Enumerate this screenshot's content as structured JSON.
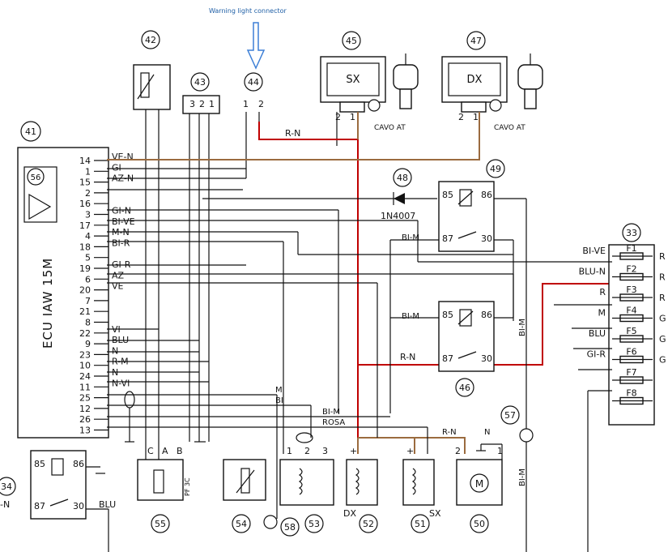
{
  "annotation": {
    "text": "Warning light connector",
    "color": "#3d7fd6"
  },
  "ecu": {
    "title": "ECU IAW 15M",
    "ref": "41",
    "sub_ref": "56"
  },
  "refs": {
    "r42": "42",
    "r43": "43",
    "r44": "44",
    "r45": "45",
    "r47": "47",
    "r48": "48",
    "r49": "49",
    "r46": "46",
    "r33": "33",
    "r57": "57",
    "r55": "55",
    "r54": "54",
    "r58": "58",
    "r53": "53",
    "r52": "52",
    "r51": "51",
    "r50": "50",
    "r34": "34"
  },
  "labels": {
    "sx": "SX",
    "dx": "DX",
    "cavo_at_1": "CAVO AT",
    "cavo_at_2": "CAVO AT",
    "diode": "1N4007",
    "rn_top": "R-N",
    "bim_49": "BI-M",
    "bim_46": "BI-M",
    "rn_46": "R-N",
    "bim_vert": "BI-M",
    "bim_vert2": "BI-M",
    "rn_low": "R-N",
    "n_low": "N",
    "dx_low": "DX",
    "sx_low": "SX",
    "pf3c": "PF 3C",
    "m_label": "M",
    "bi_label": "BI",
    "bim_low": "BI-M",
    "rosa": "ROSA",
    "blu_34": "BLU",
    "n_34": "-N"
  },
  "ecu_pins": [
    {
      "num": "14",
      "wire": "VE-N"
    },
    {
      "num": "1",
      "wire": "GI"
    },
    {
      "num": "15",
      "wire": "AZ-N"
    },
    {
      "num": "2",
      "wire": ""
    },
    {
      "num": "16",
      "wire": ""
    },
    {
      "num": "3",
      "wire": "GI-N"
    },
    {
      "num": "17",
      "wire": "BI-VE"
    },
    {
      "num": "4",
      "wire": "M-N"
    },
    {
      "num": "18",
      "wire": "BI-R"
    },
    {
      "num": "5",
      "wire": ""
    },
    {
      "num": "19",
      "wire": "GI-R"
    },
    {
      "num": "6",
      "wire": "AZ"
    },
    {
      "num": "20",
      "wire": "VE"
    },
    {
      "num": "7",
      "wire": ""
    },
    {
      "num": "21",
      "wire": ""
    },
    {
      "num": "8",
      "wire": ""
    },
    {
      "num": "22",
      "wire": "VI"
    },
    {
      "num": "9",
      "wire": "BLU"
    },
    {
      "num": "23",
      "wire": "N"
    },
    {
      "num": "10",
      "wire": "R-M"
    },
    {
      "num": "24",
      "wire": "N"
    },
    {
      "num": "11",
      "wire": "N-VI"
    },
    {
      "num": "25",
      "wire": ""
    },
    {
      "num": "12",
      "wire": ""
    },
    {
      "num": "26",
      "wire": ""
    },
    {
      "num": "13",
      "wire": ""
    }
  ],
  "fuses": [
    {
      "name": "F1",
      "wire": "BI-VE",
      "out": "R"
    },
    {
      "name": "F2",
      "wire": "BLU-N",
      "out": "R"
    },
    {
      "name": "F3",
      "wire": "R",
      "out": "R"
    },
    {
      "name": "F4",
      "wire": "M",
      "out": "G"
    },
    {
      "name": "F5",
      "wire": "BLU",
      "out": "G"
    },
    {
      "name": "F6",
      "wire": "GI-R",
      "out": "G"
    },
    {
      "name": "F7",
      "wire": "",
      "out": ""
    },
    {
      "name": "F8",
      "wire": "",
      "out": ""
    }
  ],
  "relay_pins": {
    "p85": "85",
    "p86": "86",
    "p87": "87",
    "p30": "30"
  },
  "pins_43": [
    "3",
    "2",
    "1"
  ],
  "pins_44": [
    "1",
    "2"
  ],
  "pins_45": [
    "2",
    "1"
  ],
  "pins_47": [
    "2",
    "1"
  ],
  "pins_55": [
    "C",
    "A",
    "B"
  ],
  "pins_53": [
    "1",
    "2",
    "3"
  ],
  "pins_50": [
    "2",
    "1"
  ],
  "colors": {
    "red": "#c00000",
    "brown": "#9b6b3f"
  }
}
